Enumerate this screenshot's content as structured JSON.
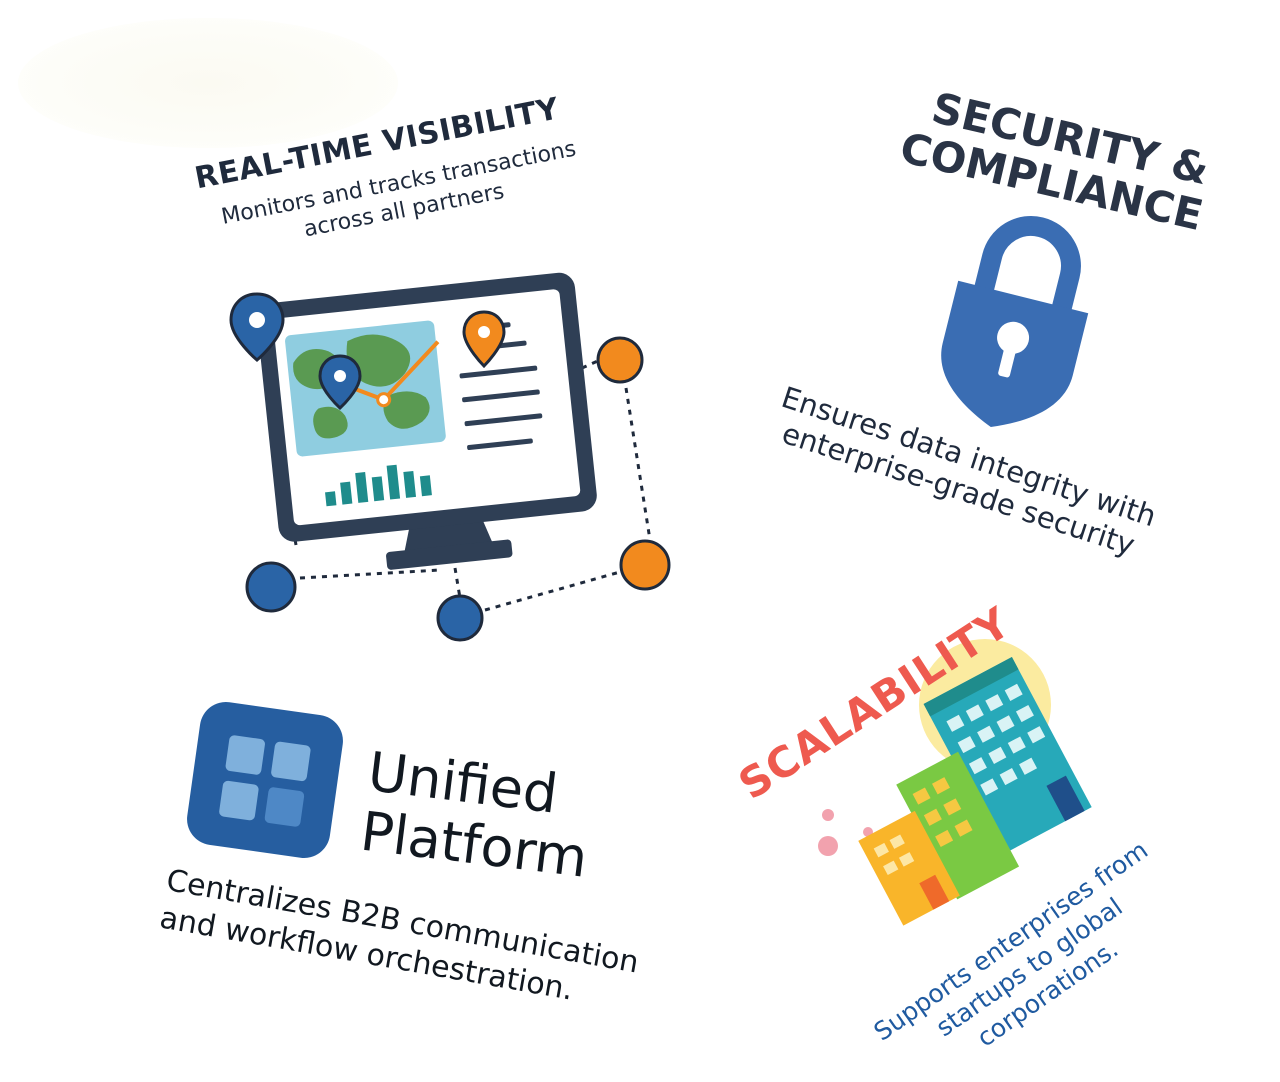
{
  "realtime": {
    "title": "REAL-TIME VISIBILITY",
    "desc_line1": "Monitors and tracks transactions",
    "desc_line2": "across all partners"
  },
  "security": {
    "title_line1": "SECURITY &",
    "title_line2": "COMPLIANCE",
    "desc_line1": "Ensures data integrity with",
    "desc_line2": "enterprise-grade security"
  },
  "unified": {
    "title_line1": "Unified",
    "title_line2": "Platform",
    "desc_line1": "Centralizes B2B communication",
    "desc_line2": "and workflow orchestration."
  },
  "scalability": {
    "title": "SCALABILITY",
    "desc_line1": "Supports enterprises from",
    "desc_line2": "startups to global",
    "desc_line3": "corporations."
  },
  "colors": {
    "navy_text": "#1f2a3c",
    "accent_blue": "#2a64a6",
    "accent_orange": "#f28a1e",
    "coral_title": "#ee5a4f",
    "teal": "#1f8c8c",
    "lock_blue": "#3a6db3"
  },
  "icons": [
    "monitor-map-icon",
    "location-pin-icon",
    "network-node-icon",
    "padlock-icon",
    "platform-grid-icon",
    "office-buildings-icon"
  ]
}
